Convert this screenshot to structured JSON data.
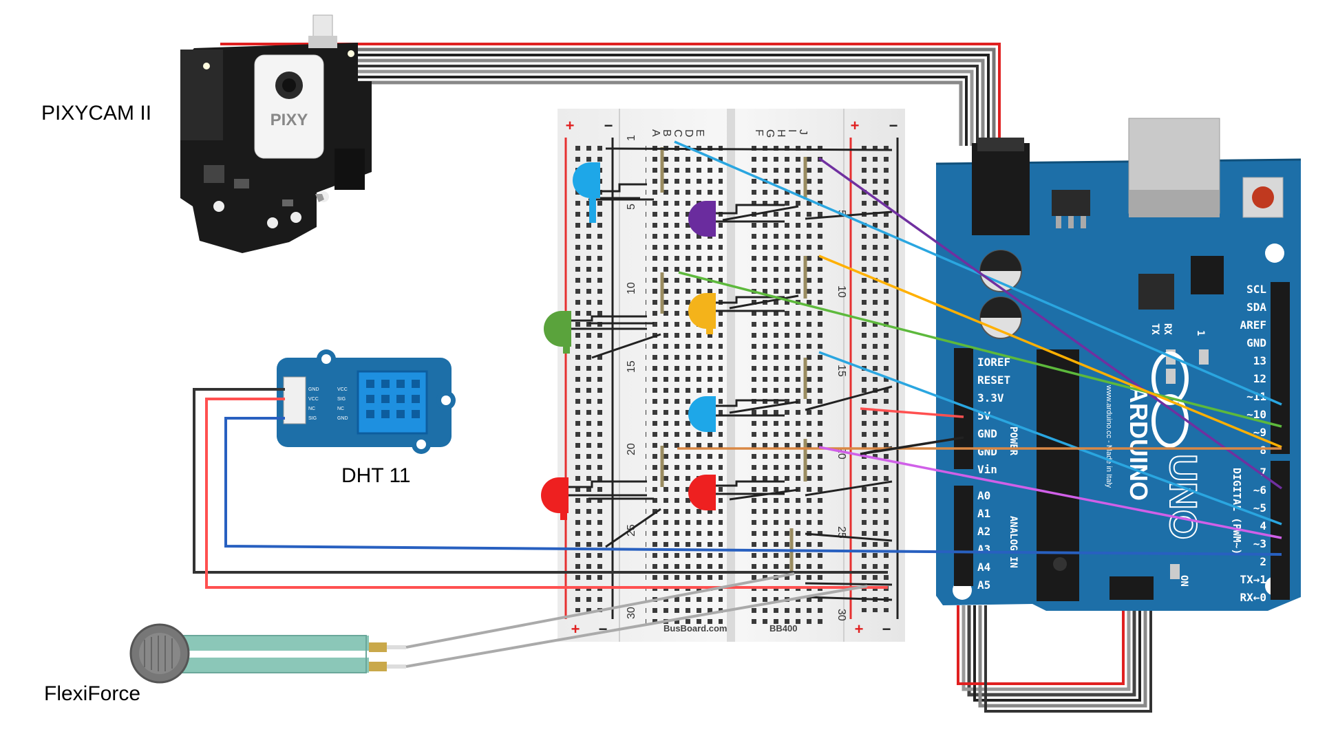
{
  "labels": {
    "pixycam": "PIXYCAM II",
    "dht": "DHT 11",
    "flexiforce": "FlexiForce"
  },
  "pixy_logo": "PIXY",
  "breadboard": {
    "columns_left": [
      "A",
      "B",
      "C",
      "D",
      "E"
    ],
    "columns_right": [
      "F",
      "G",
      "H",
      "I",
      "J"
    ],
    "row_numbers": [
      "1",
      "5",
      "10",
      "15",
      "20",
      "25",
      "30"
    ],
    "plus": "+",
    "minus": "−",
    "brand_left": "BusBoard.com",
    "brand_right": "BB400"
  },
  "dht_module": {
    "header_pins": [
      "GND",
      "VCC",
      "NC",
      "SIG"
    ],
    "side_pins": [
      "VCC",
      "SIG",
      "NC",
      "GND"
    ]
  },
  "arduino": {
    "power_pins": [
      "IOREF",
      "RESET",
      "3.3V",
      "5V",
      "GND",
      "GND",
      "Vin"
    ],
    "power_label": "POWER",
    "analog_pins": [
      "A0",
      "A1",
      "A2",
      "A3",
      "A4",
      "A5"
    ],
    "analog_label": "ANALOG IN",
    "top_pins": [
      "SCL",
      "SDA",
      "AREF",
      "GND",
      "13",
      "12",
      "~11",
      "~10",
      "~9",
      "8"
    ],
    "digital_pins": [
      "7",
      "~6",
      "~5",
      "4",
      "~3",
      "2",
      "TX→1",
      "RX←0"
    ],
    "digital_label": "DIGITAL (PWM~)",
    "brand": "ARDUINO",
    "model": "UNO",
    "tx": "TX",
    "rx": "RX",
    "on": "ON",
    "one": "1",
    "made_in": "www.arduino.cc - Made in Italy"
  },
  "colors": {
    "board_blue": "#1d6fa8",
    "wire_red": "#ff5050",
    "wire_blue": "#2860c0",
    "wire_black": "#333333",
    "led_blue": "#1ea7e8",
    "led_purple": "#6a2c9e",
    "led_green": "#5aa33c",
    "led_yellow": "#f4b31a",
    "led_red": "#ee2020",
    "wire_cyan": "#2aa6e0",
    "wire_purple": "#7030a0",
    "wire_green": "#5db93c",
    "wire_orange": "#ffb000",
    "wire_brown": "#d98845",
    "wire_magenta": "#d060e8"
  }
}
